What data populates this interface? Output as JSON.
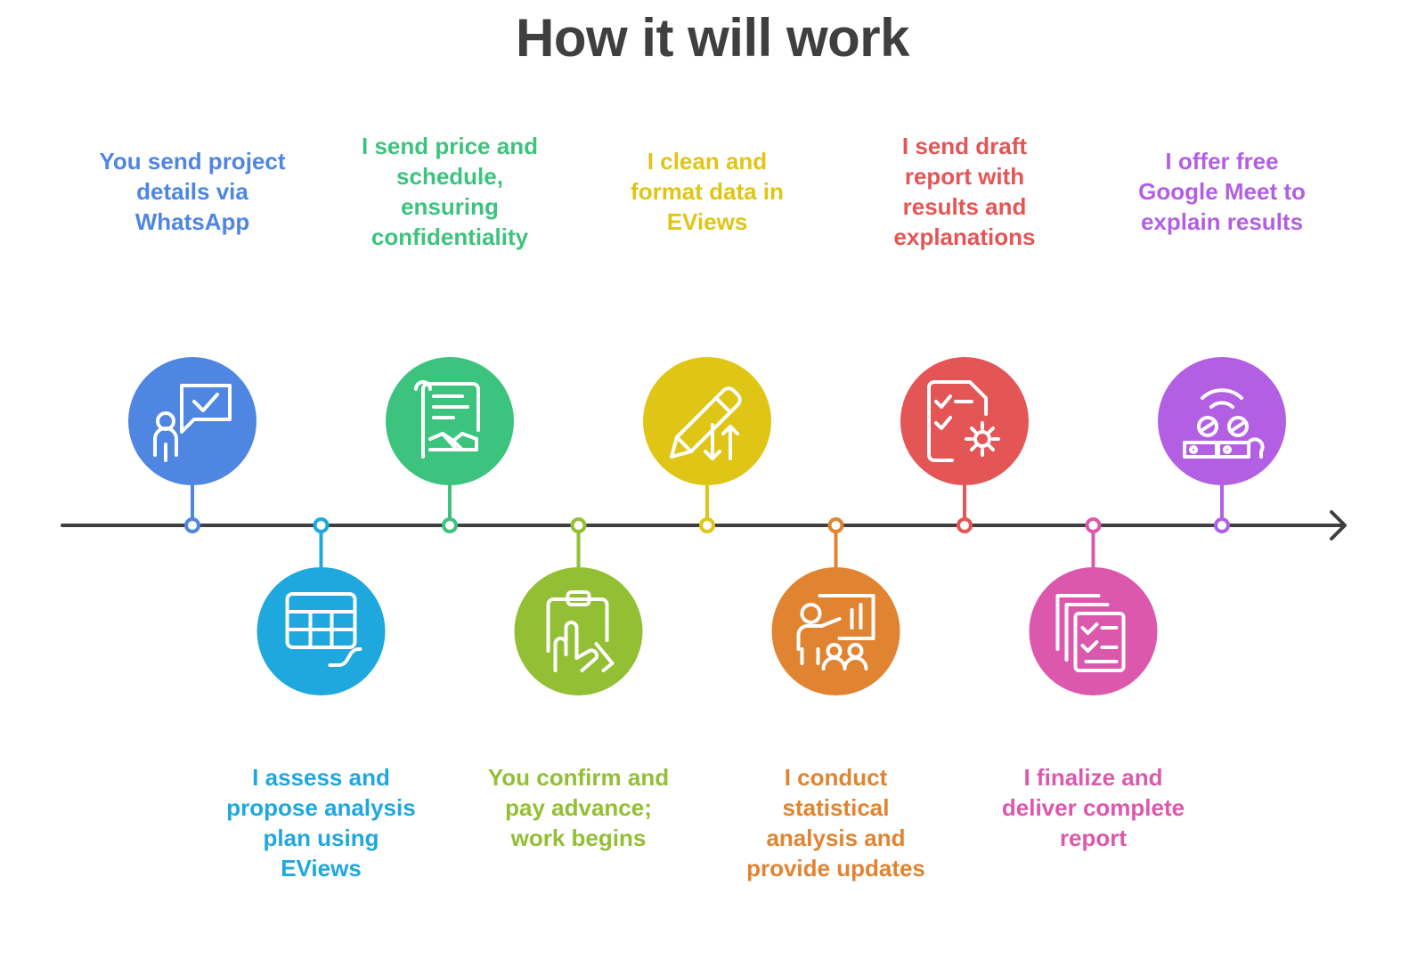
{
  "title": "How it will work",
  "colors": {
    "axis": "#3f3f3f",
    "title": "#3f3f3f"
  },
  "steps": [
    {
      "label": "You send project details via WhatsApp",
      "position": "top",
      "color": "#4f86e2",
      "icon": "user-chat-check-icon"
    },
    {
      "label": "I assess and propose analysis plan using EViews",
      "position": "bottom",
      "color": "#1fa8de",
      "icon": "spreadsheet-chart-icon"
    },
    {
      "label": "I send price and schedule, ensuring confidentiality",
      "position": "top",
      "color": "#3cc37e",
      "icon": "contract-handshake-icon"
    },
    {
      "label": "You confirm and pay advance; work begins",
      "position": "bottom",
      "color": "#93bf34",
      "icon": "clipboard-hand-icon"
    },
    {
      "label": "I clean and format data in EViews",
      "position": "top",
      "color": "#dfc516",
      "icon": "pencil-sort-icon"
    },
    {
      "label": "I conduct statistical analysis and provide updates",
      "position": "bottom",
      "color": "#e08431",
      "icon": "presentation-chart-icon"
    },
    {
      "label": "I send draft report with results and explanations",
      "position": "top",
      "color": "#e45555",
      "icon": "checklist-gear-icon"
    },
    {
      "label": "I finalize and deliver complete report",
      "position": "bottom",
      "color": "#dc58ad",
      "icon": "documents-checklist-icon"
    },
    {
      "label": "I offer free Google Meet to explain results",
      "position": "top",
      "color": "#b35fe3",
      "icon": "video-meeting-icon"
    }
  ]
}
